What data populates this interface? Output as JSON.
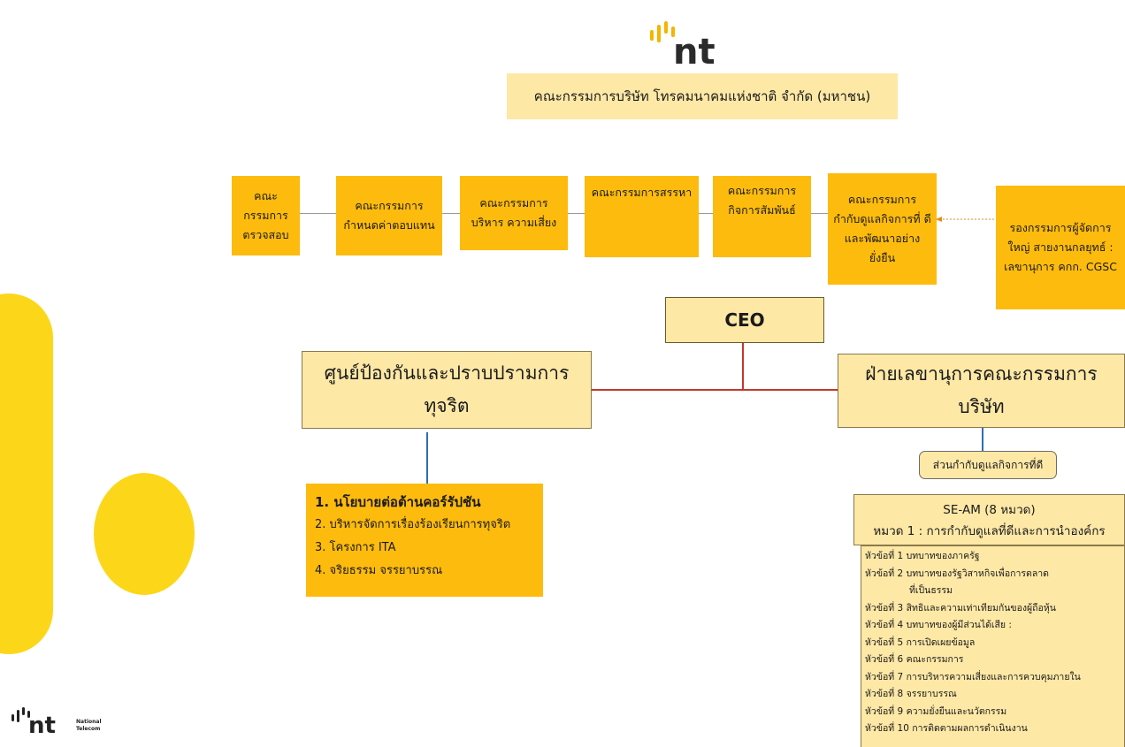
{
  "colors": {
    "primary": "#fdbb0e",
    "cream": "#fde8a6",
    "line_red": "#c0392b",
    "line_blue": "#2e6db4"
  },
  "logo": {
    "brand": "nt",
    "tagline_1": "National",
    "tagline_2": "Telecom"
  },
  "board_title": "คณะกรรมการบริษัท โทรคมนาคมแห่งชาติ จำกัด (มหาชน)",
  "committees": [
    "คณะกรรมการ ตรวจสอบ",
    "คณะกรรมการ กำหนดค่าตอบแทน",
    "คณะกรรมการ บริหาร ความเสี่ยง",
    "คณะกรรมการสรรหา",
    "คณะกรรมการ กิจการสัมพันธ์",
    "คณะกรรมการ กำกับดูแลกิจการที่ ดีและพัฒนาอย่าง ยั่งยืน"
  ],
  "deputy_box": "รองกรรมการผู้จัดการใหญ่ สายงานกลยุทธ์ : เลขานุการ คกก. CGSC",
  "ceo_label": "CEO",
  "anti_corruption_center": "ศูนย์ป้องกันและปราบปรามการทุจริต",
  "board_secretary": "ฝ่ายเลขานุการคณะกรรมการบริษัท",
  "cg_section": "ส่วนกำกับดูแลกิจการที่ดี",
  "policies": [
    "1. นโยบายต่อต้านคอร์รัปชัน",
    "2. บริหารจัดการเรื่องร้องเรียนการทุจริต",
    "3. โครงการ ITA",
    "4. จริยธรรม จรรยาบรรณ"
  ],
  "se_am": {
    "title": "SE-AM  (8 หมวด)",
    "subtitle": "หมวด 1 : การกำกับดูแลที่ดีและการนำองค์กร",
    "items": [
      "หัวข้อที่ 1 บทบาทของภาครัฐ",
      "หัวข้อที่ 2 บทบาทของรัฐวิสาหกิจเพื่อการตลาด",
      "ที่เป็นธรรม",
      "หัวข้อที่ 3 สิทธิและความเท่าเทียมกันของผู้ถือหุ้น",
      "หัวข้อที่ 4 บทบาทของผู้มีส่วนได้เสีย :",
      "หัวข้อที่ 5 การเปิดเผยข้อมูล",
      "หัวข้อที่ 6 คณะกรรมการ",
      "หัวข้อที่ 7 การบริหารความเสี่ยงและการควบคุมภายใน",
      "หัวข้อที่ 8 จรรยาบรรณ",
      "หัวข้อที่ 9 ความยั่งยืนและนวัตกรรม",
      "หัวข้อที่ 10 การติดตามผลการดำเนินงาน"
    ]
  }
}
